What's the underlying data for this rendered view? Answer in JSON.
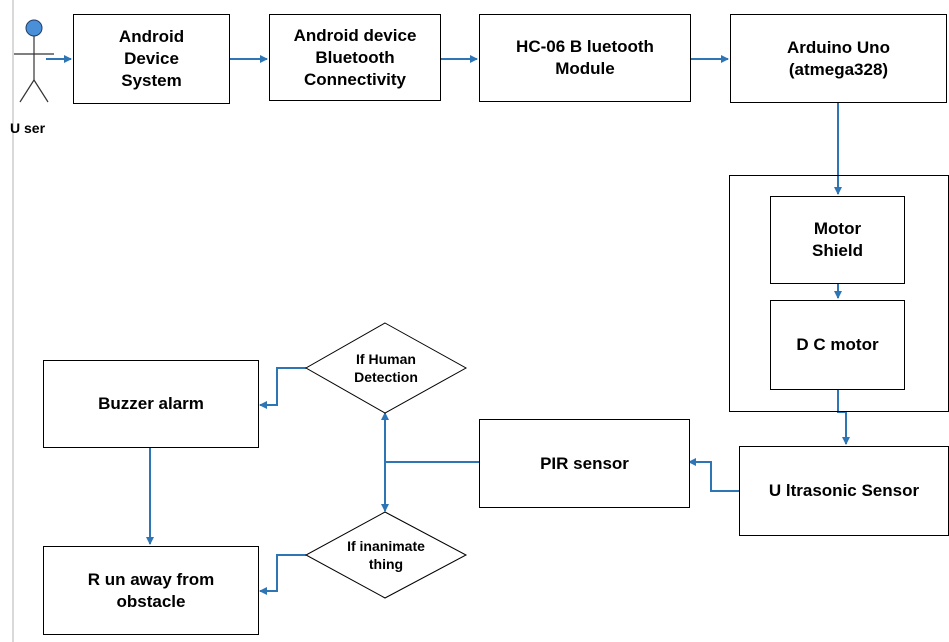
{
  "colors": {
    "arrow": "#2e75b6",
    "actor_head": "#4a90d9",
    "border": "#000000",
    "background": "#ffffff"
  },
  "actor": {
    "label": "U ser",
    "icon": "stick-figure-icon"
  },
  "nodes": {
    "android_system": "Android\nDevice\nSystem",
    "bluetooth_connectivity": "Android device\nBluetooth\nConnectivity",
    "hc06": "HC-06 B luetooth\nModule",
    "arduino": "Arduino Uno\n(atmega328)",
    "motor_shield": "Motor\nShield",
    "dc_motor": "D C motor",
    "ultrasonic": "U ltrasonic Sensor",
    "pir": "PIR  sensor",
    "buzzer": "Buzzer alarm",
    "run_away": "R un away from\nobstacle"
  },
  "decisions": {
    "human": "If  Human\nDetection",
    "inanimate": "If inanimate\nthing"
  }
}
